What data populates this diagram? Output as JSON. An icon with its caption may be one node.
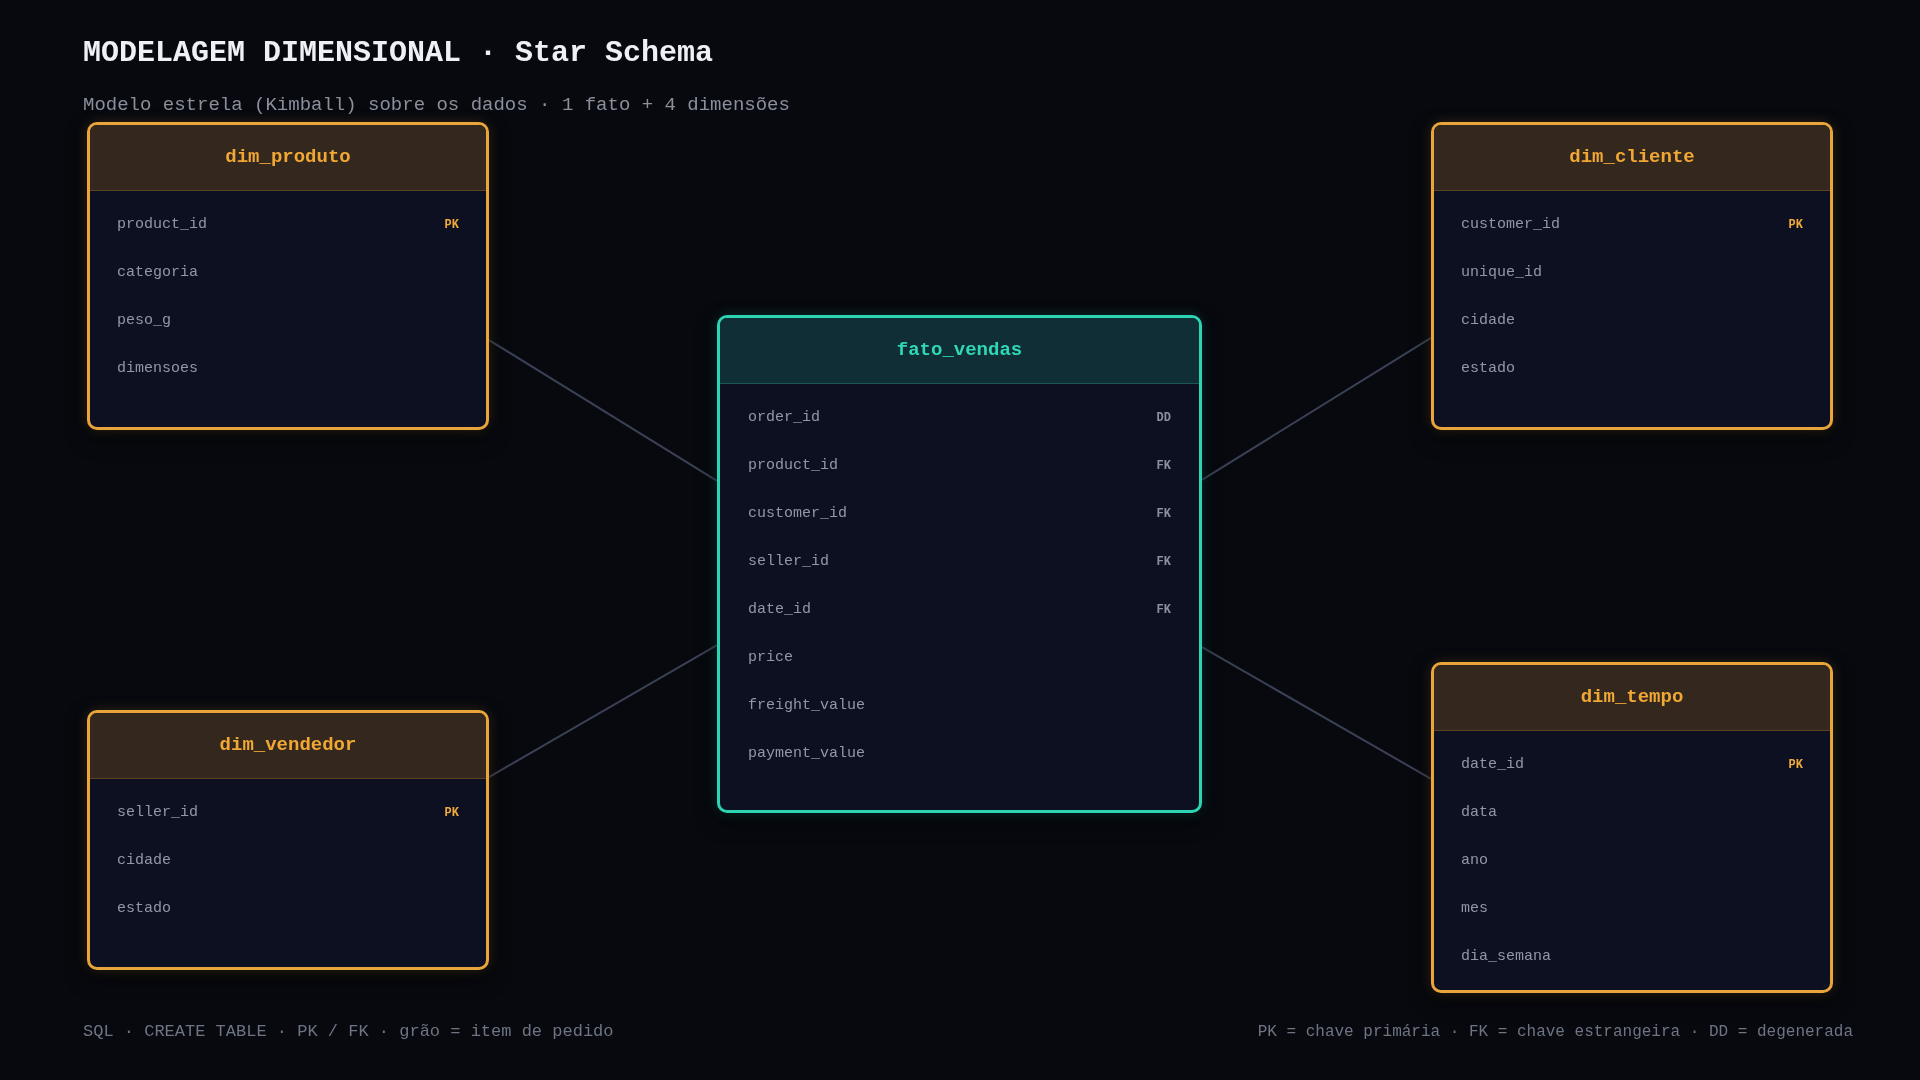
{
  "diagram": {
    "title": "MODELAGEM DIMENSIONAL · Star Schema",
    "nodes": [
      {
        "text": [
          "dim_produto",
          "product_id",
          "PK",
          "categoria",
          "peso_g",
          "dimensoes"
        ]
      },
      {
        "text": [
          "dim_cliente",
          "customer_id",
          "PK",
          "unique_id",
          "cidade",
          "estado"
        ]
      },
      {
        "text": [
          "fato_vendas",
          "order_id",
          "DD",
          "product_id",
          "FK",
          "customer_id",
          "FK",
          "seller_id",
          "FK",
          "date_id",
          "FK",
          "price",
          "freight_value",
          "payment_value"
        ]
      },
      {
        "text": [
          "dim_vendedor",
          "seller_id",
          "PK",
          "cidade",
          "estado"
        ]
      },
      {
        "text": [
          "dim_tempo",
          "date_id",
          "PK",
          "data",
          "ano",
          "mes",
          "dia_semana"
        ]
      }
    ],
    "edges": [
      {
        "from": 0,
        "to": 2,
        "arrow": "none"
      },
      {
        "from": 1,
        "to": 2,
        "arrow": "none"
      },
      {
        "from": 3,
        "to": 2,
        "arrow": "none"
      },
      {
        "from": 4,
        "to": 2,
        "arrow": "none"
      }
    ],
    "labels": [
      "Modelo estrela (Kimball) sobre os dados · 1 fato + 4 dimensões",
      "SQL · CREATE TABLE · PK / FK · grão = item de pedido",
      "PK = chave primária · FK = chave estrangeira · DD = degenerada"
    ]
  }
}
